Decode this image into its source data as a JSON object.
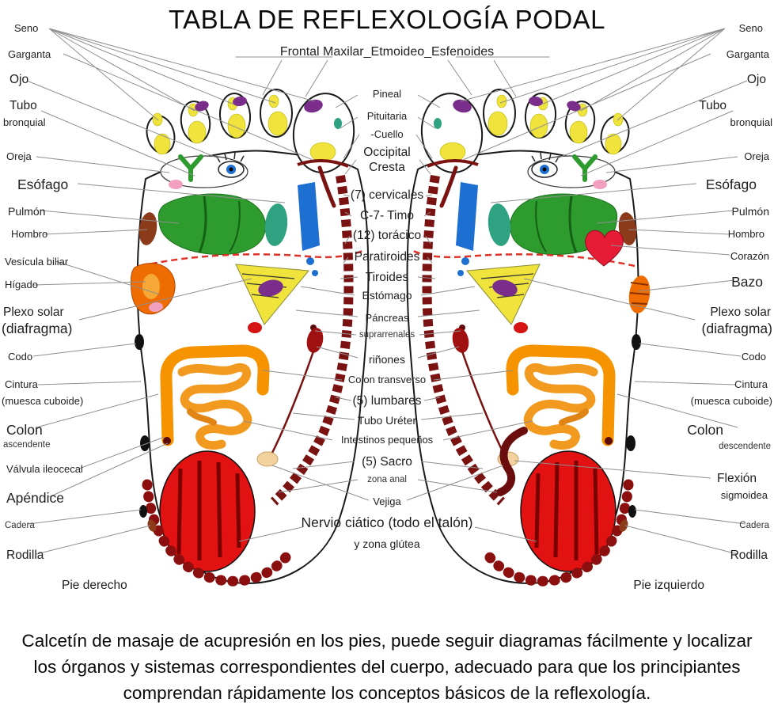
{
  "title": "TABLA DE REFLEXOLOGÍA PODAL",
  "subtitle": "Frontal Maxilar_Etmoideo_Esfenoides",
  "footer": {
    "text": "Calcetín de masaje de acupresión en los pies, puede seguir diagramas fácilmente y localizar los órganos y sistemas correspondientes del cuerpo, adecuado para que los principiantes comprendan rápidamente los conceptos básicos de la reflexología."
  },
  "labels": {
    "left": {
      "seno": "Seno",
      "garganta": "Garganta",
      "ojo": "Ojo",
      "tubo": "Tubo",
      "bronquial": "bronquial",
      "oreja": "Oreja",
      "esofago": "Esófago",
      "pulmon": "Pulmón",
      "hombro": "Hombro",
      "vesicula": "Vesícula biliar",
      "higado": "Hígado",
      "plexo": "Plexo solar",
      "diafragma": "(diafragma)",
      "codo": "Codo",
      "cintura": "Cintura",
      "muesca": "(muesca cuboide)",
      "colon": "Colon",
      "colon_sub": "ascendente",
      "valvula": "Válvula ileocecal",
      "apendice": "Apéndice",
      "cadera": "Cadera",
      "rodilla": "Rodilla",
      "pie": "Pie derecho"
    },
    "right": {
      "seno": "Seno",
      "garganta": "Garganta",
      "ojo": "Ojo",
      "tubo": "Tubo",
      "bronquial": "bronquial",
      "oreja": "Oreja",
      "esofago": "Esófago",
      "pulmon": "Pulmón",
      "hombro": "Hombro",
      "corazon": "Corazón",
      "bazo": "Bazo",
      "plexo": "Plexo solar",
      "diafragma": "(diafragma)",
      "codo": "Codo",
      "cintura": "Cintura",
      "muesca": "(muesca cuboide)",
      "colon": "Colon",
      "colon_sub": "descendente",
      "flexion": "Flexión",
      "sigmoidea": "sigmoidea",
      "cadera": "Cadera",
      "rodilla": "Rodilla",
      "pie": "Pie izquierdo"
    },
    "center": {
      "pineal": "Pineal",
      "pituitaria": "Pituitaria",
      "cuello": "-Cuello",
      "occipital": "Occipital",
      "cresta": "Cresta",
      "cervicales": "(7) cervicales",
      "timo": "C-7- Timo",
      "toracico": "(12) torácico",
      "paratiroides": "Paratiroides",
      "tiroides": "Tiroides",
      "estomago": "Estómago",
      "pancreas": "Páncreas",
      "suprarrenales": "suprarrenales",
      "rinones": "riñones",
      "colon_transverso": "Colon transverso",
      "lumbares": "(5) lumbares",
      "ureter": "Tubo Uréter",
      "intestinos": "Intestinos pequeños",
      "sacro": "(5) Sacro",
      "zona_anal": "zona anal",
      "vejiga": "Vejiga",
      "nervio": "Nervio ciático (todo el talón)",
      "zona_glutea": "y zona glútea"
    }
  },
  "colors": {
    "lung_green": "#2e9b2e",
    "teal_green": "#2fa381",
    "zone_yellow": "#efe33c",
    "organ_orange": "#f59300",
    "deep_orange": "#ef6c00",
    "heel_red": "#e21212",
    "spine_maroon": "#7a1212",
    "dot_maroon": "#5c0a0a",
    "purple": "#7b2d8b",
    "blue": "#1d6fd1",
    "pink": "#f2a0c0",
    "leader_gray": "#8f8f8f",
    "text_dark": "#1a1a1a"
  }
}
